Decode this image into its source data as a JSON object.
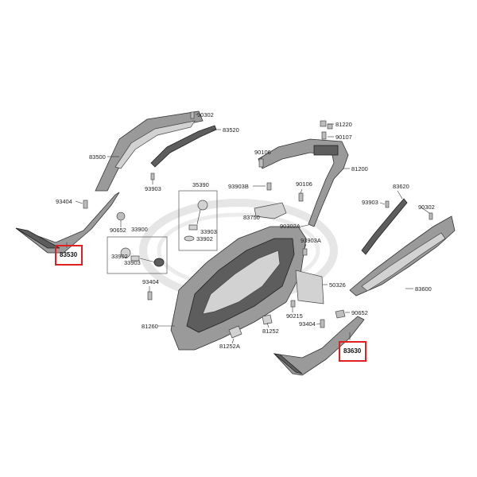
{
  "labels": {
    "p90302_top": "90302",
    "p83520": "83520",
    "p83500": "83500",
    "p93903_a": "93903",
    "p93404_left": "93404",
    "p83530": "83530",
    "p90652_left": "90652",
    "p33900": "33900",
    "p33902_a": "33902",
    "p33903_a": "33903",
    "p35390": "35390",
    "p33903_b": "33903",
    "p33902_b": "33902",
    "p90106_a": "90106",
    "p93903b": "93903B",
    "p83750": "83750",
    "p81220": "81220",
    "p90107": "90107",
    "p81200": "81200",
    "p90106_b": "90106",
    "p90302a": "90302A",
    "p93903a": "93903A",
    "p50326": "50326",
    "p83620": "83620",
    "p93903_c": "93903",
    "p90302_right": "90302",
    "p83600": "83600",
    "p93404_mid": "93404",
    "p81260": "81260",
    "p81252a": "81252A",
    "p81252": "81252",
    "p90215": "90215",
    "p90652_right": "90652",
    "p93404_right": "93404",
    "p83630": "83630"
  },
  "highlighted_parts": [
    "83530",
    "83630"
  ],
  "colors": {
    "highlight": "#e02020",
    "part_fill": "#9a9a9a",
    "leader": "#333333"
  }
}
